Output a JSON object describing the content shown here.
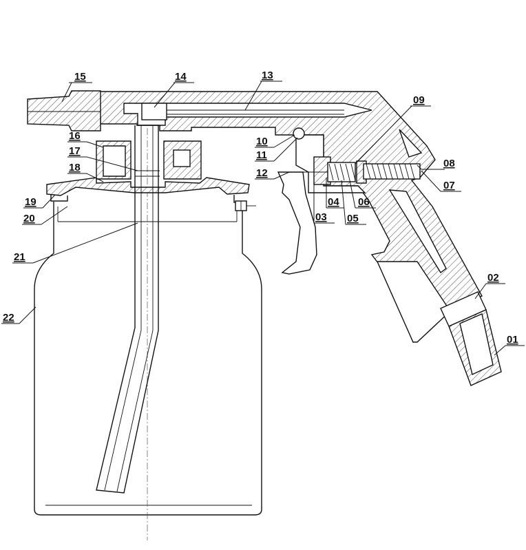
{
  "labels": {
    "l01": "01",
    "l02": "02",
    "l03": "03",
    "l04": "04",
    "l05": "05",
    "l06": "06",
    "l07": "07",
    "l08": "08",
    "l09": "09",
    "l10": "10",
    "l11": "11",
    "l12": "12",
    "l13": "13",
    "l14": "14",
    "l15": "15",
    "l16": "16",
    "l17": "17",
    "l18": "18",
    "l19": "19",
    "l20": "20",
    "l21": "21",
    "l22": "22"
  }
}
